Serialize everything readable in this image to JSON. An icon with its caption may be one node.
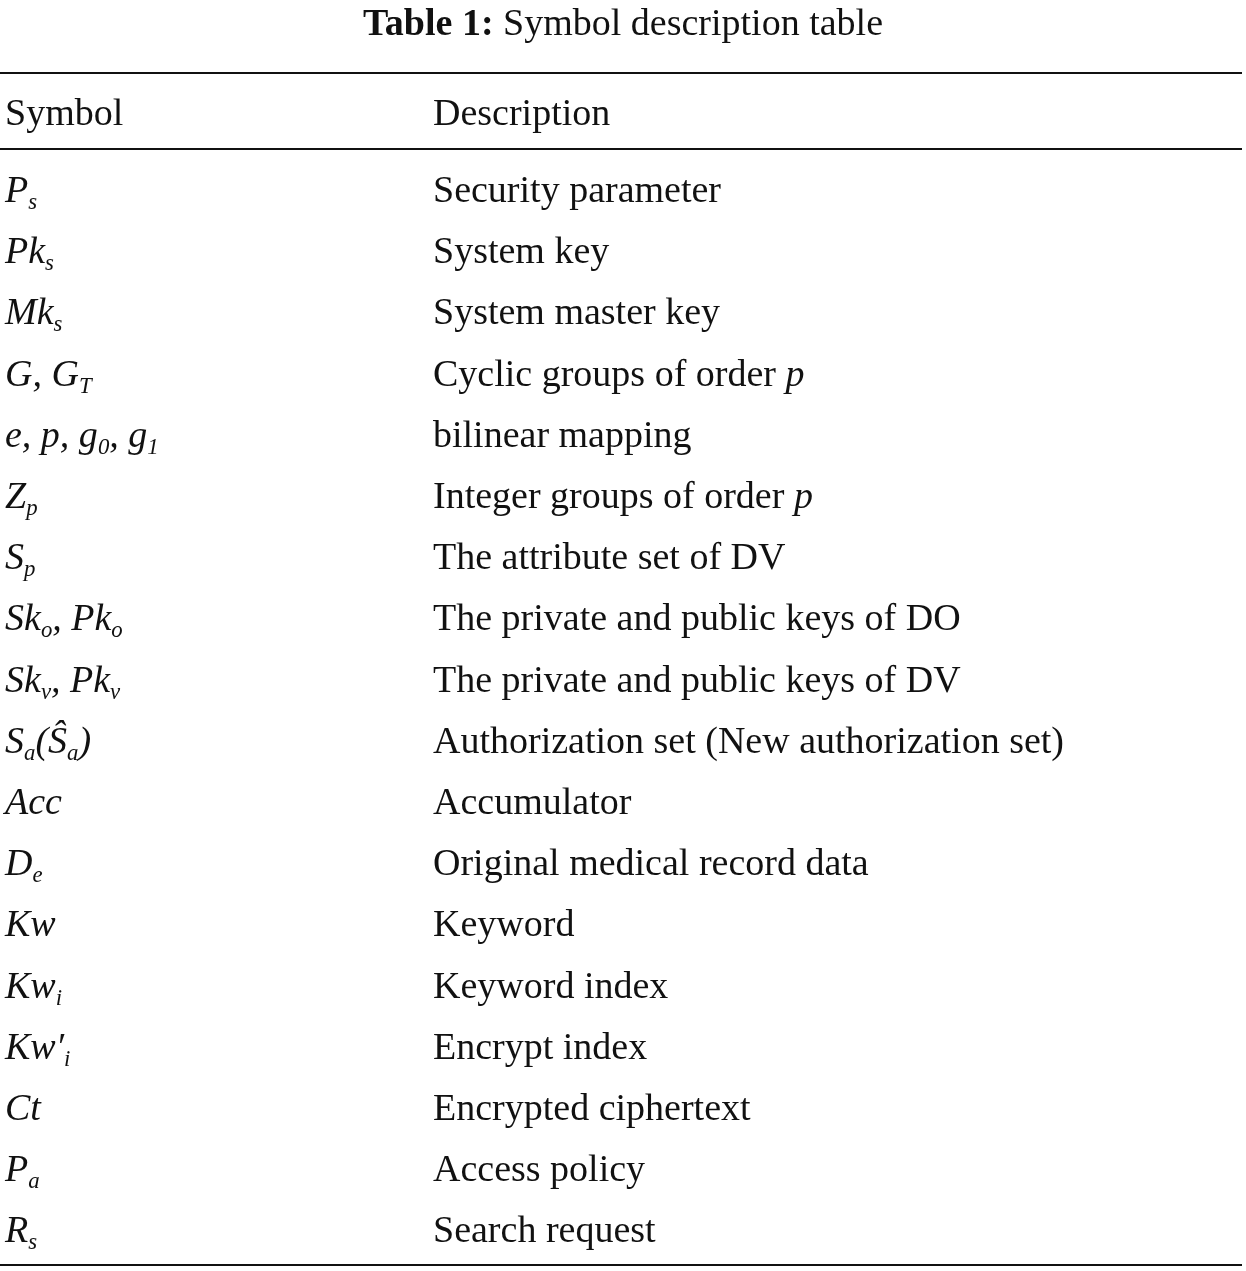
{
  "diagram": {
    "title": "**Table 1:** Symbol description table",
    "labels": [
      "Symbol",
      "Description",
      "P$_{s}$",
      "Security parameter",
      "Pk$_{s}$",
      "System key",
      "Mk$_{s}$",
      "System master key",
      "G, G$_{T}$",
      "Cyclic groups of order *p*",
      "e, p, g$_{0}$, g$_{1}$",
      "bilinear mapping",
      "Z$_{p}$",
      "Integer groups of order *p*",
      "S$_{p}$",
      "The attribute set of DV",
      "Sk$_{o}$, Pk$_{o}$",
      "The private and public keys of DO",
      "Sk$_{v}$, Pk$_{v}$",
      "The private and public keys of DV",
      "S$_{a}$(Ŝ$_{a}$)",
      "Authorization set (New authorization set)",
      "Acc",
      "Accumulator",
      "D$_{e}$",
      "Original medical record data",
      "Kw",
      "Keyword",
      "Kw$_{i}$",
      "Keyword index",
      "Kw′$_{i}$",
      "Encrypt index",
      "Ct",
      "Encrypted ciphertext",
      "P$_{a}$",
      "Access policy",
      "R$_{s}$",
      "Search request"
    ]
  }
}
